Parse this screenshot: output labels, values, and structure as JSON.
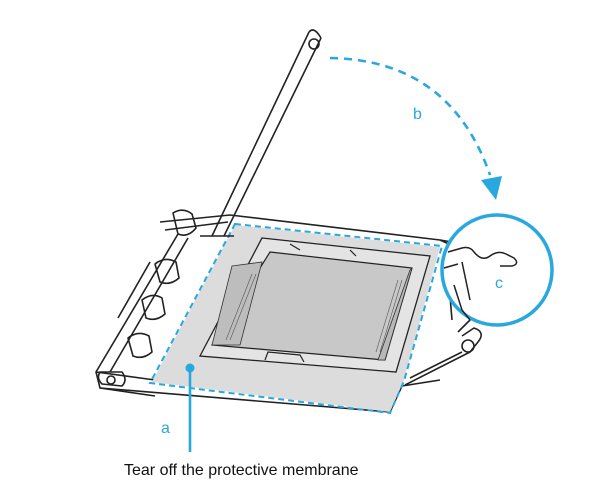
{
  "labels": {
    "a": "a",
    "b": "b",
    "c": "c"
  },
  "caption": "Tear off the protective membrane",
  "colors": {
    "accent": "#29a8df",
    "line": "#222222",
    "membrane": "#dcdcdc",
    "cpu_area": "#c8c8c8"
  }
}
